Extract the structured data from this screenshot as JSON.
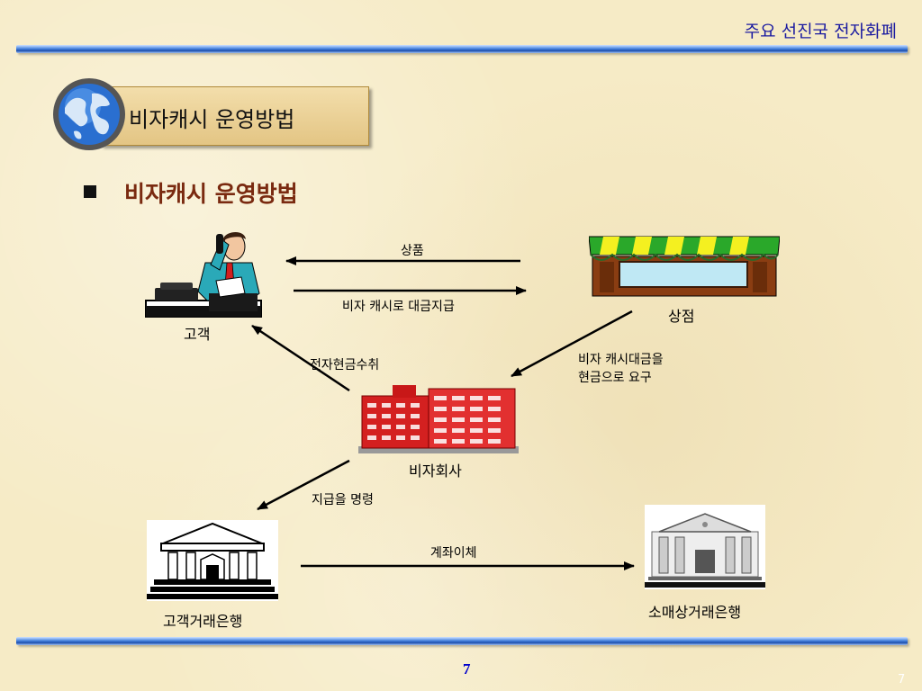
{
  "header": {
    "title": "주요 선진국 전자화폐"
  },
  "banner": {
    "title": "비자캐시 운영방법"
  },
  "section": {
    "title": "비자캐시 운영방법"
  },
  "diagram": {
    "nodes": {
      "customer": "고객",
      "store": "상점",
      "visa_company": "비자회사",
      "customer_bank": "고객거래은행",
      "retailer_bank": "소매상거래은행"
    },
    "edges": {
      "goods": "상품",
      "payment": "비자 캐시로 대금지급",
      "receive_cash": "전자현금수취",
      "request_cash_line1": "비자 캐시대금을",
      "request_cash_line2": "현금으로 요구",
      "payment_order": "지급을 명령",
      "account_transfer": "계좌이체"
    }
  },
  "footer": {
    "page": "7",
    "slide_number": "7"
  }
}
